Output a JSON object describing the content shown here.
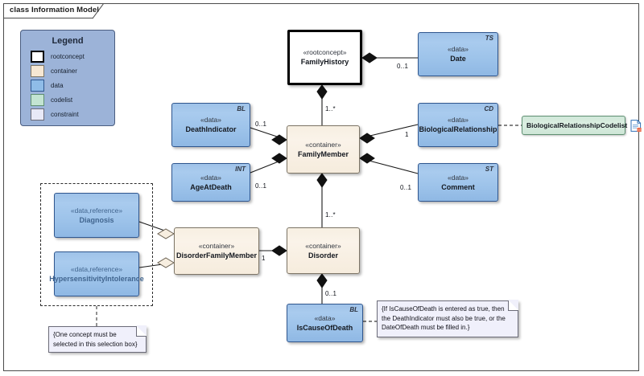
{
  "frame": {
    "title": "class Information Model"
  },
  "legend": {
    "title": "Legend",
    "items": [
      {
        "label": "rootconcept",
        "swatch": "rootconcept",
        "color": "#ffffff"
      },
      {
        "label": "container",
        "swatch": "container",
        "color": "#f6e7d3"
      },
      {
        "label": "data",
        "swatch": "data",
        "color": "#8fbce8"
      },
      {
        "label": "codelist",
        "swatch": "codelist",
        "color": "#c3e4d2"
      },
      {
        "label": "constraint",
        "swatch": "constraint",
        "color": "#e8e9f7"
      }
    ]
  },
  "nodes": {
    "family_history": {
      "stereotype": "«rootconcept»",
      "name": "FamilyHistory",
      "type": ""
    },
    "date": {
      "stereotype": "«data»",
      "name": "Date",
      "type": "TS"
    },
    "death_indicator": {
      "stereotype": "«data»",
      "name": "DeathIndicator",
      "type": "BL"
    },
    "age_at_death": {
      "stereotype": "«data»",
      "name": "AgeAtDeath",
      "type": "INT"
    },
    "family_member": {
      "stereotype": "«container»",
      "name": "FamilyMember",
      "type": ""
    },
    "biological_rel": {
      "stereotype": "«data»",
      "name": "BiologicalRelationship",
      "type": "CD"
    },
    "comment": {
      "stereotype": "«data»",
      "name": "Comment",
      "type": "ST"
    },
    "codelist": {
      "stereotype": "",
      "name": "BiologicalRelationshipCodelist",
      "type": ""
    },
    "diagnosis": {
      "stereotype": "«data,reference»",
      "name": "Diagnosis",
      "type": ""
    },
    "hypersensitivity": {
      "stereotype": "«data,reference»",
      "name": "HypersensitivityIntolerance",
      "type": ""
    },
    "disorder_fm": {
      "stereotype": "«container»",
      "name": "DisorderFamilyMember",
      "type": ""
    },
    "disorder": {
      "stereotype": "«container»",
      "name": "Disorder",
      "type": ""
    },
    "is_cause_of_death": {
      "stereotype": "«data»",
      "name": "IsCauseOfDeath",
      "type": "BL"
    }
  },
  "multiplicities": {
    "date": "0..1",
    "family_member_top": "1..*",
    "death_indicator": "0..1",
    "age_at_death": "0..1",
    "biological_rel": "1",
    "comment": "0..1",
    "disorder_top": "1..*",
    "disorder_fm": "1",
    "is_cause_of_death": "0..1"
  },
  "notes": {
    "selection_note": "{One concept must be selected in this selection box}",
    "constraint_note": "{If IsCauseOfDeath is entered as true, then the DeathIndicator must also be true, or the DateOfDeath must be filled in.}"
  },
  "chart_data": {
    "type": "diagram",
    "title": "class Information Model",
    "notation": "UML class diagram",
    "classes": [
      {
        "id": "family_history",
        "stereotype": "rootconcept",
        "name": "FamilyHistory",
        "datatype": null
      },
      {
        "id": "date",
        "stereotype": "data",
        "name": "Date",
        "datatype": "TS"
      },
      {
        "id": "death_indicator",
        "stereotype": "data",
        "name": "DeathIndicator",
        "datatype": "BL"
      },
      {
        "id": "age_at_death",
        "stereotype": "data",
        "name": "AgeAtDeath",
        "datatype": "INT"
      },
      {
        "id": "family_member",
        "stereotype": "container",
        "name": "FamilyMember",
        "datatype": null
      },
      {
        "id": "biological_rel",
        "stereotype": "data",
        "name": "BiologicalRelationship",
        "datatype": "CD"
      },
      {
        "id": "comment",
        "stereotype": "data",
        "name": "Comment",
        "datatype": "ST"
      },
      {
        "id": "codelist",
        "stereotype": "codelist",
        "name": "BiologicalRelationshipCodelist",
        "datatype": null
      },
      {
        "id": "diagnosis",
        "stereotype": "data,reference",
        "name": "Diagnosis",
        "datatype": null
      },
      {
        "id": "hypersensitivity",
        "stereotype": "data,reference",
        "name": "HypersensitivityIntolerance",
        "datatype": null
      },
      {
        "id": "disorder_fm",
        "stereotype": "container",
        "name": "DisorderFamilyMember",
        "datatype": null
      },
      {
        "id": "disorder",
        "stereotype": "container",
        "name": "Disorder",
        "datatype": null
      },
      {
        "id": "is_cause_of_death",
        "stereotype": "data",
        "name": "IsCauseOfDeath",
        "datatype": "BL"
      }
    ],
    "relations": [
      {
        "from": "family_history",
        "to": "date",
        "kind": "composition",
        "multiplicity": "0..1"
      },
      {
        "from": "family_history",
        "to": "family_member",
        "kind": "composition",
        "multiplicity": "1..*"
      },
      {
        "from": "family_member",
        "to": "death_indicator",
        "kind": "composition",
        "multiplicity": "0..1"
      },
      {
        "from": "family_member",
        "to": "age_at_death",
        "kind": "composition",
        "multiplicity": "0..1"
      },
      {
        "from": "family_member",
        "to": "biological_rel",
        "kind": "composition",
        "multiplicity": "1"
      },
      {
        "from": "family_member",
        "to": "comment",
        "kind": "composition",
        "multiplicity": "0..1"
      },
      {
        "from": "family_member",
        "to": "disorder",
        "kind": "composition",
        "multiplicity": "1..*"
      },
      {
        "from": "disorder",
        "to": "disorder_fm",
        "kind": "composition",
        "multiplicity": "1"
      },
      {
        "from": "disorder",
        "to": "is_cause_of_death",
        "kind": "composition",
        "multiplicity": "0..1"
      },
      {
        "from": "disorder_fm",
        "to": "diagnosis",
        "kind": "aggregation",
        "multiplicity": ""
      },
      {
        "from": "disorder_fm",
        "to": "hypersensitivity",
        "kind": "aggregation",
        "multiplicity": ""
      },
      {
        "from": "biological_rel",
        "to": "codelist",
        "kind": "dependency",
        "multiplicity": ""
      },
      {
        "from": "is_cause_of_death",
        "to": "constraint_note",
        "kind": "note-anchor",
        "multiplicity": ""
      }
    ]
  }
}
